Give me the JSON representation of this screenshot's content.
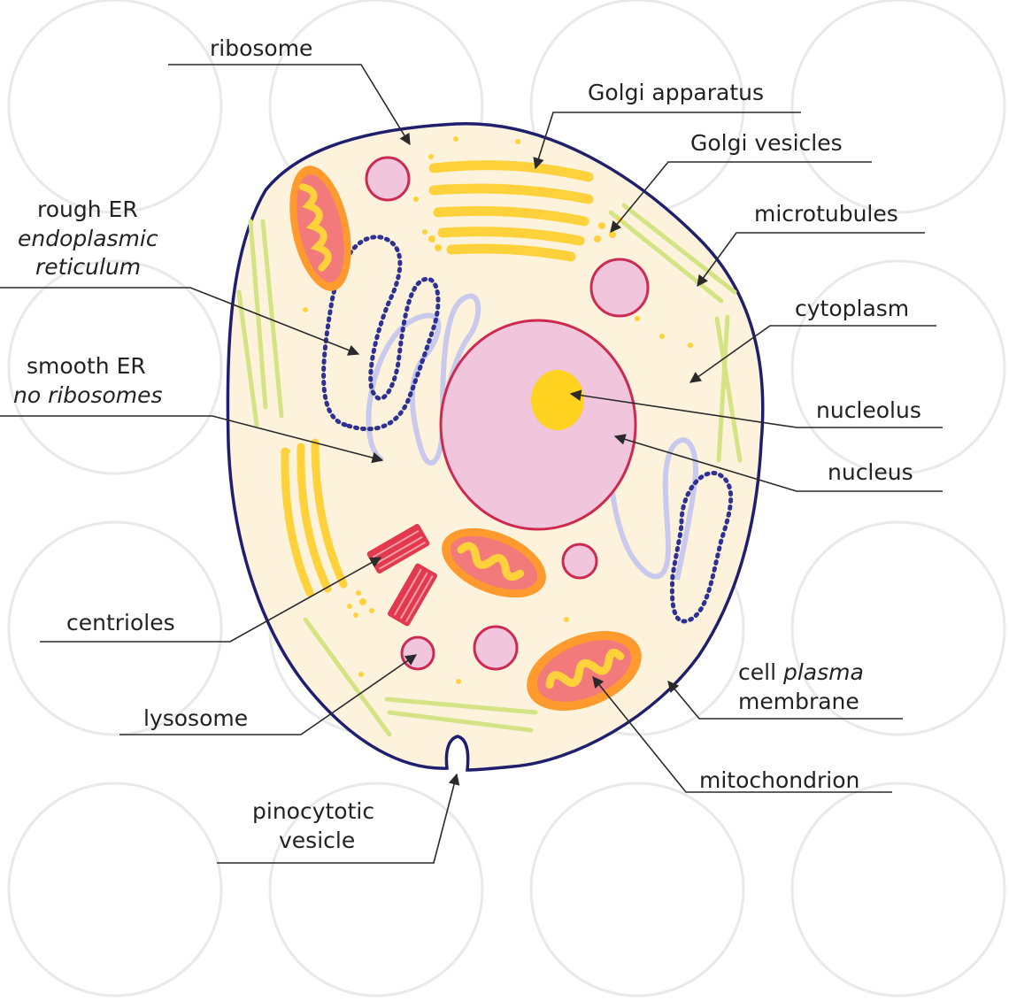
{
  "colors": {
    "membrane": "#1f1f6e",
    "cytoplasm": "#fdf3dc",
    "nucleus_fill": "#f1c6dc",
    "nucleus_stroke": "#cc2a52",
    "nucleolus": "#ffd21f",
    "golgi": "#ffd23b",
    "microtubules": "#d4e384",
    "mito_outer": "#ff9a2e",
    "mito_inner": "#f27a7a",
    "mito_cristae": "#ffd23b",
    "vesicle_fill": "#f1c6dc",
    "vesicle_stroke": "#cc2a52",
    "rough_er": "#2e3193",
    "smooth_er": "#c9c9ee",
    "centriole": "#e3394f"
  },
  "labels": {
    "ribosome": "ribosome",
    "golgi_apparatus": "Golgi apparatus",
    "golgi_vesicles": "Golgi vesicles",
    "microtubules": "microtubules",
    "cytoplasm": "cytoplasm",
    "nucleolus": "nucleolus",
    "nucleus": "nucleus",
    "rough_er_line1": "rough ER",
    "rough_er_line2": "endoplasmic",
    "rough_er_line3": "reticulum",
    "smooth_er_line1": "smooth ER",
    "smooth_er_line2": "no ribosomes",
    "centrioles": "centrioles",
    "lysosome": "lysosome",
    "pinocytotic_line1": "pinocytotic",
    "pinocytotic_line2": "vesicle",
    "cell_membrane_word1": "cell",
    "cell_membrane_word2": "plasma",
    "cell_membrane_line2": "membrane",
    "mitochondrion": "mitochondrion"
  },
  "icons": {
    "watermark": "watermark-logo-icon"
  }
}
